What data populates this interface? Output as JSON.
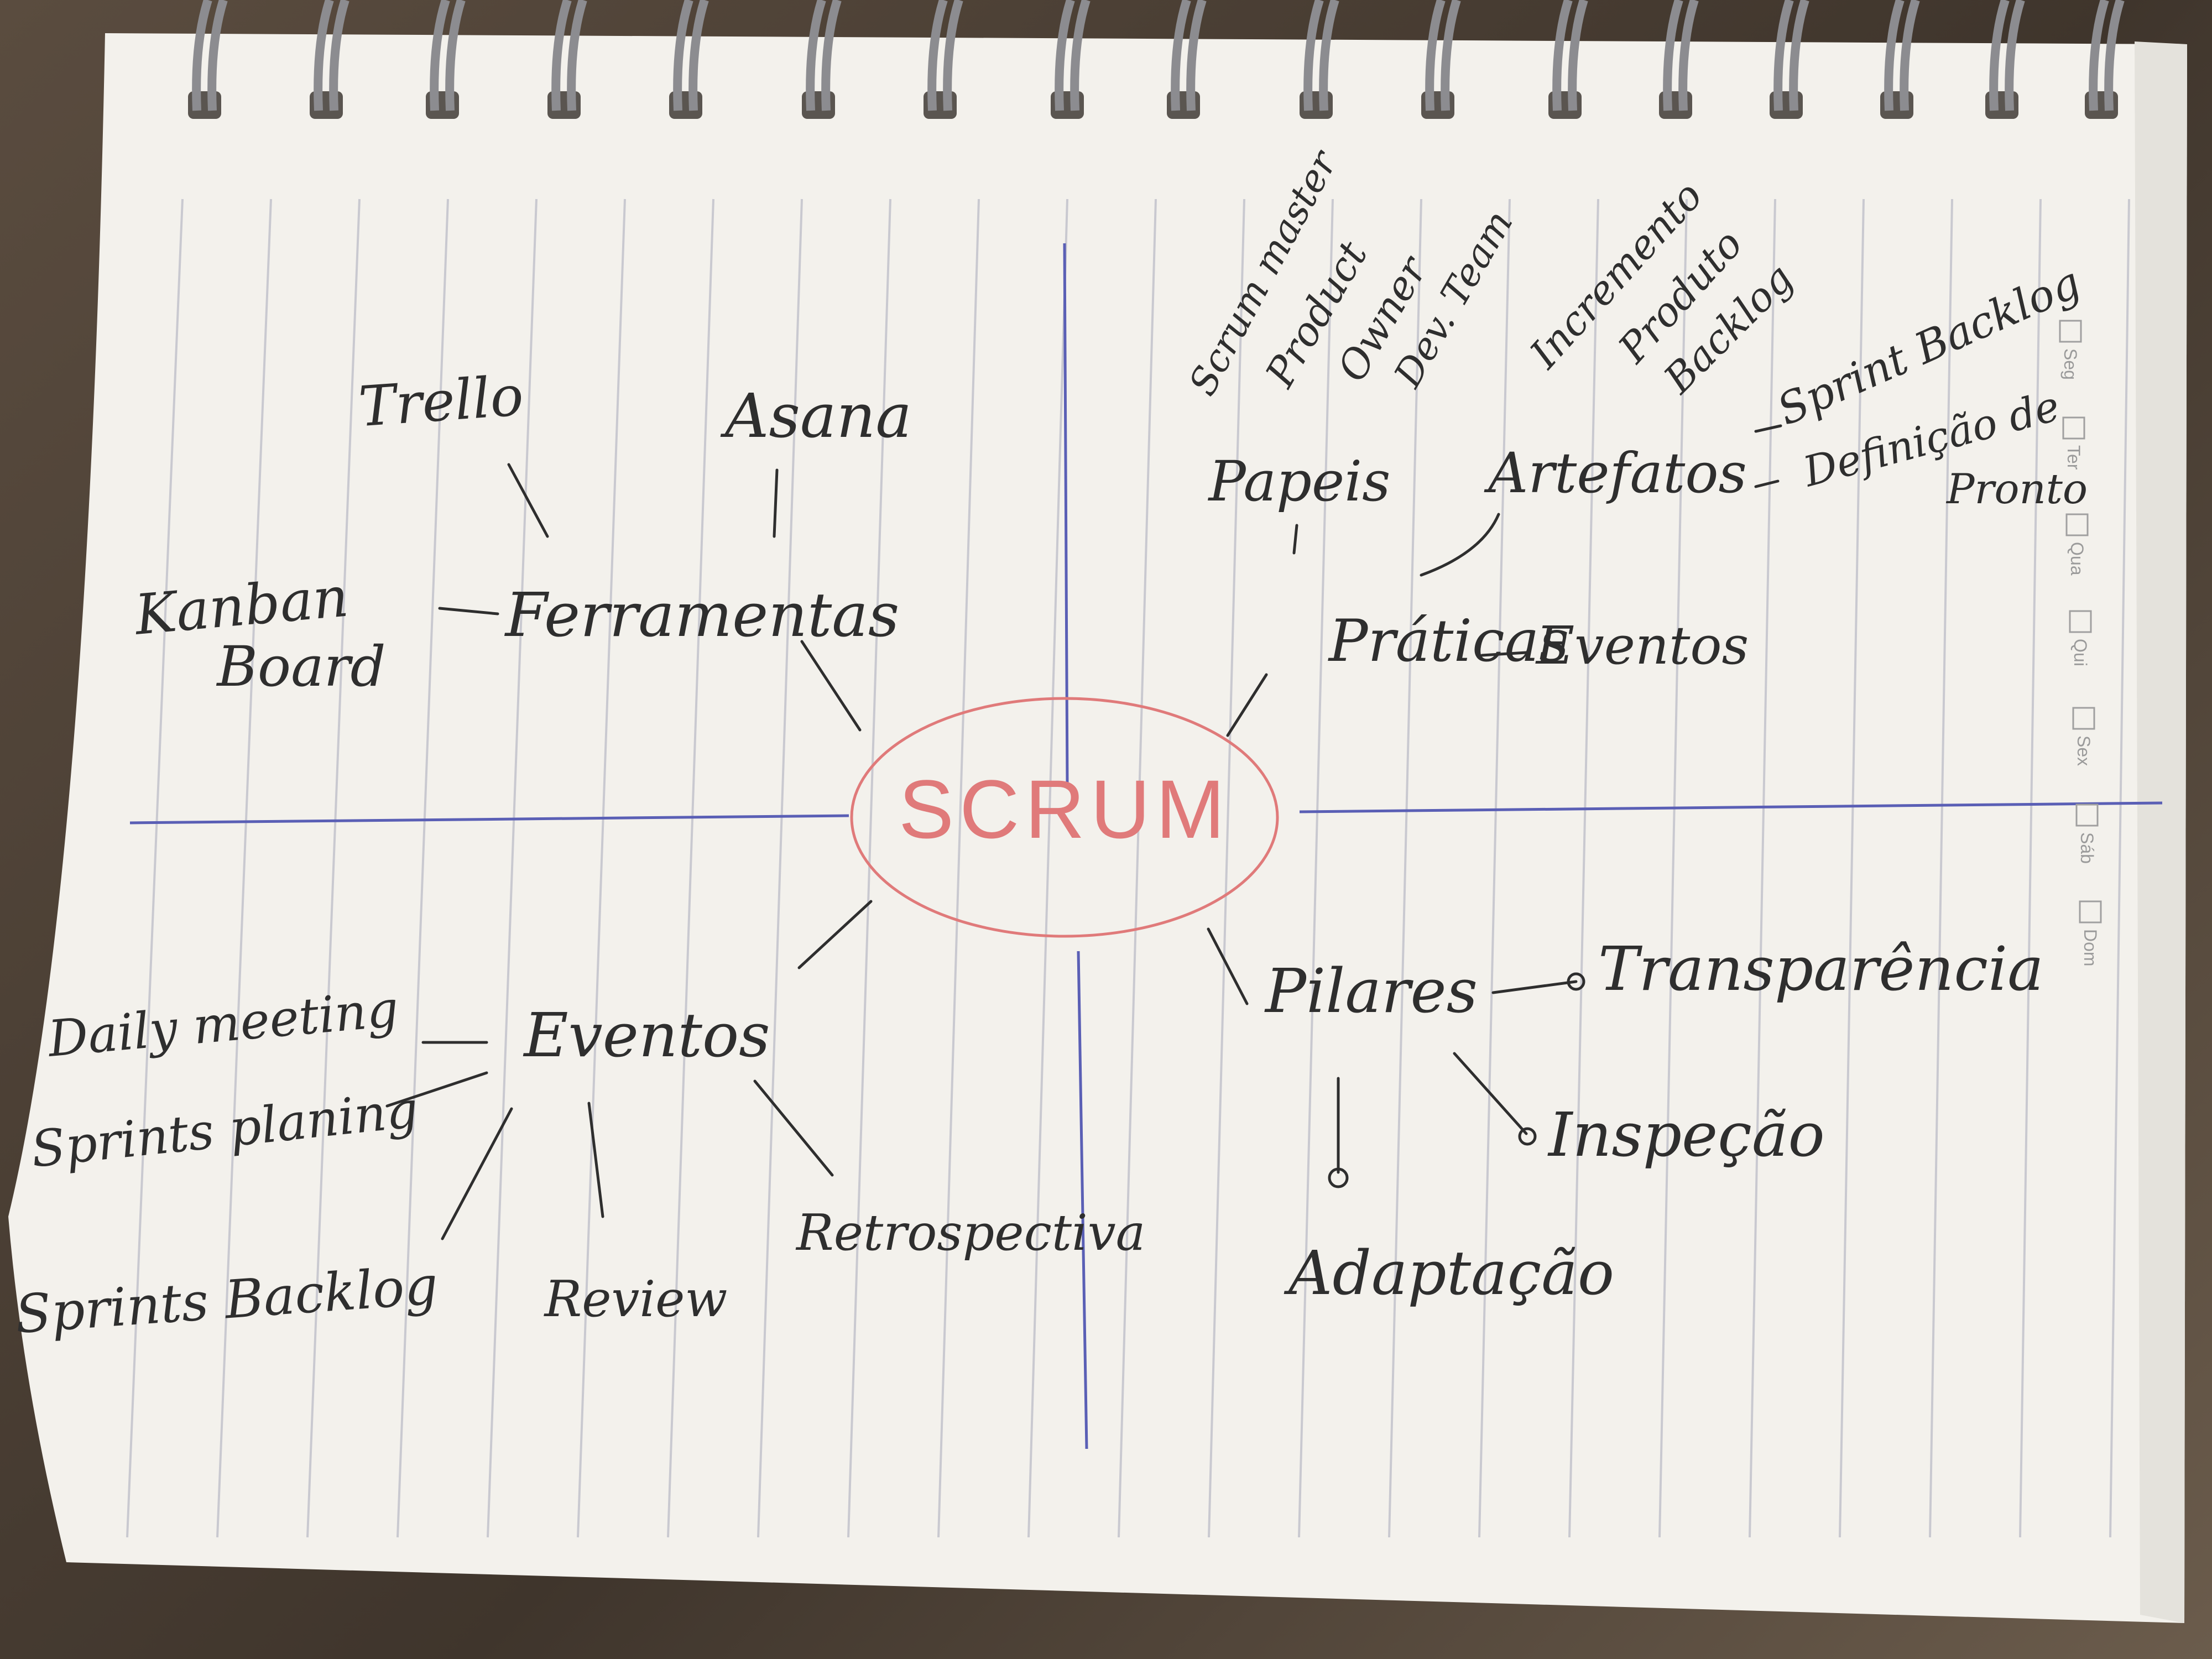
{
  "center": "SCRUM",
  "branches": {
    "ferramentas": {
      "label": "Ferramentas",
      "items": [
        "Trello",
        "Asana",
        "Kanban",
        "Board"
      ]
    },
    "praticas": {
      "label": "Práticas",
      "items": [
        "Papeis",
        "Artefatos",
        "Eventos"
      ]
    },
    "papeis": {
      "items": [
        "Scrum master",
        "Product",
        "Owner",
        "Dev. Team"
      ]
    },
    "artefatos": {
      "items": [
        "Incremento",
        "Produto",
        "Backlog",
        "Sprint Backlog",
        "Definição de",
        "Pronto"
      ]
    },
    "eventos": {
      "label": "Eventos",
      "items": [
        "Daily meeting",
        "Sprints planing",
        "Sprints Backlog",
        "Review",
        "Retrospectiva"
      ]
    },
    "pilares": {
      "label": "Pilares",
      "items": [
        "Transparência",
        "Inspeção",
        "Adaptação"
      ]
    }
  },
  "weekdays": [
    "Seg",
    "Ter",
    "Qua",
    "Qui",
    "Sex",
    "Sáb",
    "Dom"
  ],
  "colors": {
    "paper": "#f3f1ec",
    "ink": "#2e2e2e",
    "center_ink": "#e07a7a",
    "divider": "#5a5fb5",
    "rule": "#c9c9d0"
  }
}
